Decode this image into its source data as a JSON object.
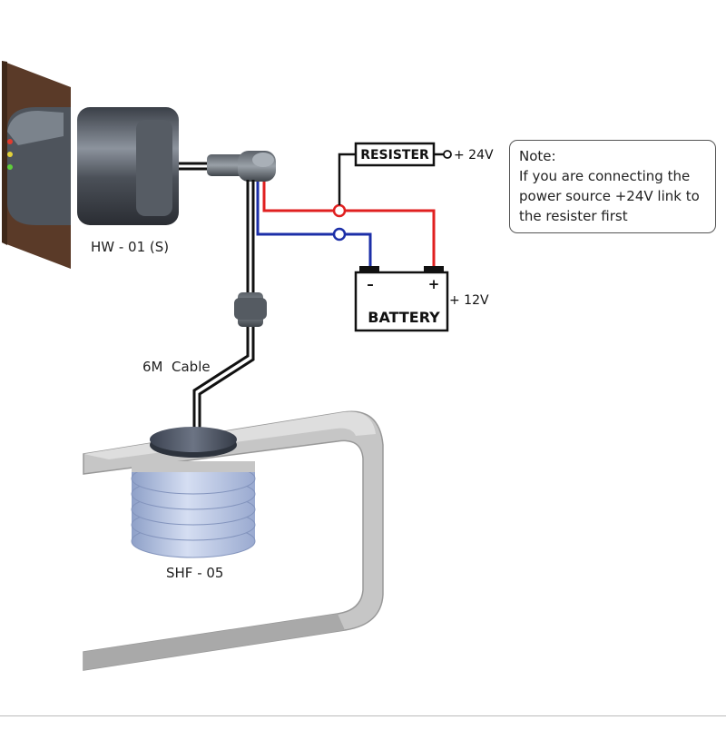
{
  "labels": {
    "controller": "HW - 01 (S)",
    "cable": "6M  Cable",
    "sensor": "SHF - 05",
    "resister": "RESISTER",
    "supply_24v": "+ 24V",
    "battery": "BATTERY",
    "battery_voltage": "+ 12V",
    "terminal_negative": "–",
    "terminal_positive": "+"
  },
  "note": {
    "title": "Note:",
    "lines": [
      "If you are connecting the",
      "power source +24V link to",
      "the resister first"
    ]
  },
  "colors": {
    "positive_wire": "#e02020",
    "negative_wire": "#1c2fa8",
    "cable": "#111111",
    "bracket": "#c8c8c8",
    "coil": "#b7c6e6",
    "wall": "#5a3a28"
  }
}
